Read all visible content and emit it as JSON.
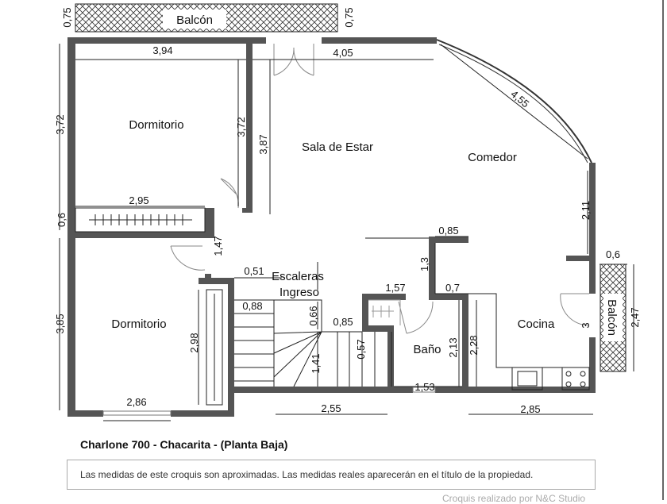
{
  "rooms": {
    "balcon_top": "Balcón",
    "dormitorio_1": "Dormitorio",
    "sala": "Sala de Estar",
    "comedor": "Comedor",
    "dormitorio_2": "Dormitorio",
    "escaleras": "Escaleras",
    "ingreso": "Ingreso",
    "bano": "Baño",
    "cocina": "Cocina",
    "balcon_right": "Balcón"
  },
  "dimensions": [
    "0,75",
    "0,75",
    "3,94",
    "4,05",
    "4,55",
    "3,72",
    "3,72",
    "3,87",
    "2,95",
    "0,6",
    "1,47",
    "0,51",
    "0,88",
    "0,66",
    "0,85",
    "1,57",
    "0,85",
    "1,3",
    "0,7",
    "2,11",
    "0,6",
    "2,47",
    "3",
    "3,85",
    "2,98",
    "1,41",
    "0,57",
    "2,13",
    "2,28",
    "1,53",
    "2,86",
    "2,55",
    "2,85"
  ],
  "title": "Charlone 700 - Chacarita - (Planta Baja)",
  "note": "Las medidas de este croquis son aproximadas. Las medidas reales aparecerán en el título de la propiedad.",
  "credit": "Croquis realizado por N&C Studio",
  "colors": {
    "wall": "#555555",
    "hatch": "#333333"
  }
}
